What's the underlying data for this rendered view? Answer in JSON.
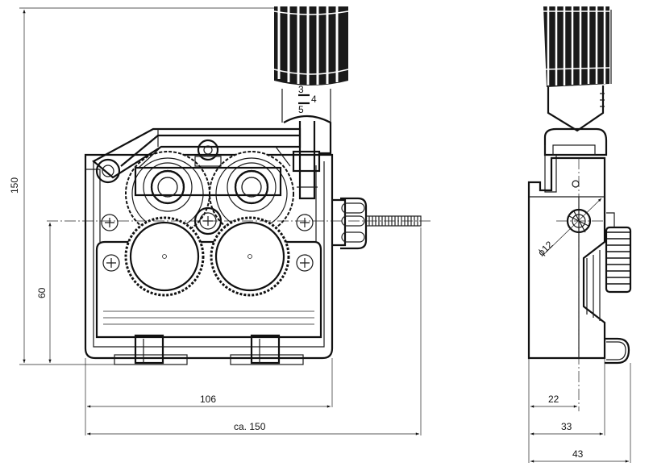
{
  "dimensions": {
    "height_total": "150",
    "height_axis": "60",
    "width_body": "106",
    "width_total": "ca. 150",
    "side_22": "22",
    "side_33": "33",
    "side_43": "43",
    "diameter": "ϕ12"
  },
  "knob_scale": {
    "mark_3": "3",
    "mark_4": "4",
    "mark_5": "5"
  }
}
